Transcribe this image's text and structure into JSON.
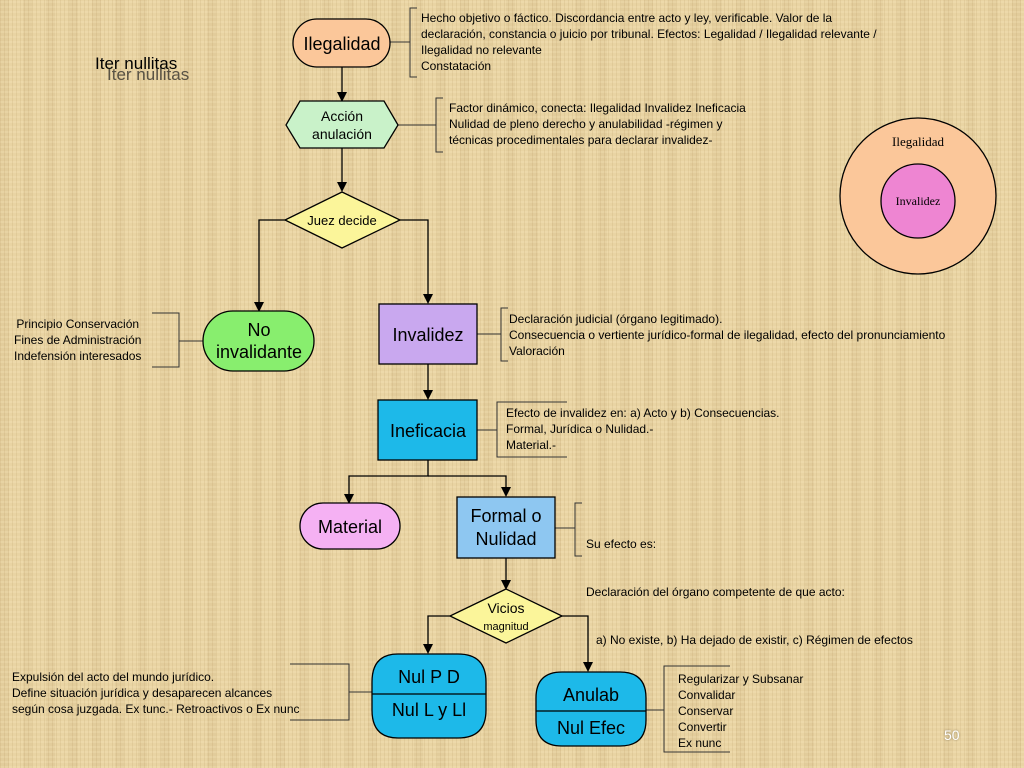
{
  "title": "Iter nullitas",
  "nodes": {
    "ilegalidad": "Ilegalidad",
    "accion_line1": "Acción",
    "accion_line2": "anulación",
    "juez": "Juez decide",
    "no_inv_line1": "No",
    "no_inv_line2": "invalidante",
    "invalidez": "Invalidez",
    "ineficacia": "Ineficacia",
    "material": "Material",
    "formal_line1": "Formal o",
    "formal_line2": "Nulidad",
    "vicios_line1": "Vicios",
    "vicios_line2": "magnitud",
    "nulpd_line1": "Nul P D",
    "nulpd_line2": "Nul L y Ll",
    "anulab_line1": "Anulab",
    "anulab_line2": "Nul Efec"
  },
  "notes": {
    "ilegalidad": [
      "Hecho objetivo o fáctico. Discordancia entre acto y ley, verificable. Valor de la",
      "declaración, constancia o juicio por tribunal. Efectos: Legalidad / Ilegalidad relevante /",
      "Ilegalidad no relevante",
      "Constatación"
    ],
    "accion": [
      "Factor dinámico, conecta: Ilegalidad Invalidez Ineficacia",
      "Nulidad de pleno derecho y anulabilidad -régimen y",
      "técnicas procedimentales para declarar invalidez-"
    ],
    "no_invalidante": [
      "Principio Conservación",
      "Fines de Administración",
      "Indefensión interesados"
    ],
    "invalidez": [
      "Declaración judicial (órgano legitimado).",
      "Consecuencia o vertiente jurídico-formal de ilegalidad, efecto del pronunciamiento",
      "Valoración"
    ],
    "ineficacia": [
      "Efecto de invalidez en:  a) Acto y b) Consecuencias.",
      "Formal, Jurídica o Nulidad.-",
      "Material.-"
    ],
    "formal": [
      "Su efecto es:",
      "Declaración del órgano competente de que acto:",
      "   a) No existe, b) Ha dejado de existir, c) Régimen de efectos"
    ],
    "nulpd": [
      "Expulsión del acto del mundo jurídico.",
      "Define situación jurídica y desaparecen alcances",
      "según cosa juzgada. Ex tunc.- Retroactivos o Ex nunc"
    ],
    "anulab": [
      "Regularizar y Subsanar",
      "Convalidar",
      "Conservar",
      "Convertir",
      "Ex nunc"
    ]
  },
  "circle_diagram": {
    "outer_label": "Ilegalidad",
    "inner_label": "Invalidez"
  },
  "page_number": "50",
  "colors": {
    "peach": "#fbc79a",
    "light_green": "#c9f2c9",
    "hex_yellow": "#fbf59a",
    "lime": "#88ee6e",
    "lavender": "#c9a8ef",
    "cyan": "#1db9e9",
    "pink": "#f5b1f3",
    "light_blue": "#8ec7f1",
    "circle_inner": "#ee85d2",
    "circle_outer": "#fbc79a"
  }
}
